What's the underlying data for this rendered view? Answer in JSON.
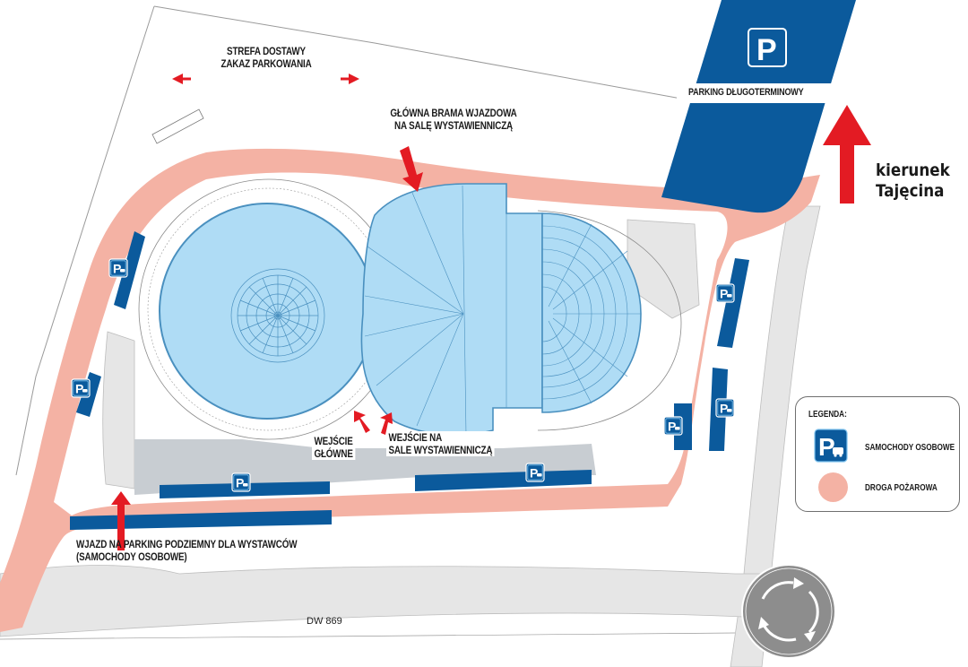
{
  "colors": {
    "fire_road": "#f4b2a4",
    "parking_blue": "#0b5a9c",
    "building_fill": "#afdcf5",
    "building_stroke": "#4a90bf",
    "arrow_red": "#e31b23",
    "paved_gray": "#e6e6e6",
    "plaza_gray": "#c8cdd2",
    "roundabout_gray": "#8d8d8d"
  },
  "labels": {
    "delivery_zone": [
      "STREFA DOSTAWY",
      "ZAKAZ PARKOWANIA"
    ],
    "main_gate": [
      "GŁÓWNA BRAMA WJAZDOWA",
      "NA SALĘ WYSTAWIENNICZĄ"
    ],
    "long_term_parking": "PARKING DŁUGOTERMINOWY",
    "direction": [
      "kierunek",
      "Tajęcina"
    ],
    "main_entrance": [
      "WEJŚCIE",
      "GŁÓWNE"
    ],
    "hall_entrance": [
      "WEJŚCIE NA",
      "SALE WYSTAWIENNICZĄ"
    ],
    "underground_entry": [
      "WJAZD NA PARKING PODZIEMNY DLA WYSTAWCÓW",
      "(SAMOCHODY OSOBOWE)"
    ],
    "road": "DW 869"
  },
  "legend": {
    "title": "LEGENDA:",
    "items": [
      {
        "icon": "car-parking-icon",
        "label": "SAMOCHODY OSOBOWE"
      },
      {
        "icon": "fire-road-swatch",
        "label": "DROGA POŻAROWA"
      }
    ]
  },
  "icons": {
    "parking_sign_letter": "P"
  },
  "parking_spots": [
    {
      "id": "west-upper",
      "label": "P"
    },
    {
      "id": "west-lower",
      "label": "P"
    },
    {
      "id": "south-left",
      "label": "P"
    },
    {
      "id": "south-right",
      "label": "P"
    },
    {
      "id": "east-upper",
      "label": "P"
    },
    {
      "id": "east-lower",
      "label": "P"
    },
    {
      "id": "east-small",
      "label": "P"
    }
  ]
}
